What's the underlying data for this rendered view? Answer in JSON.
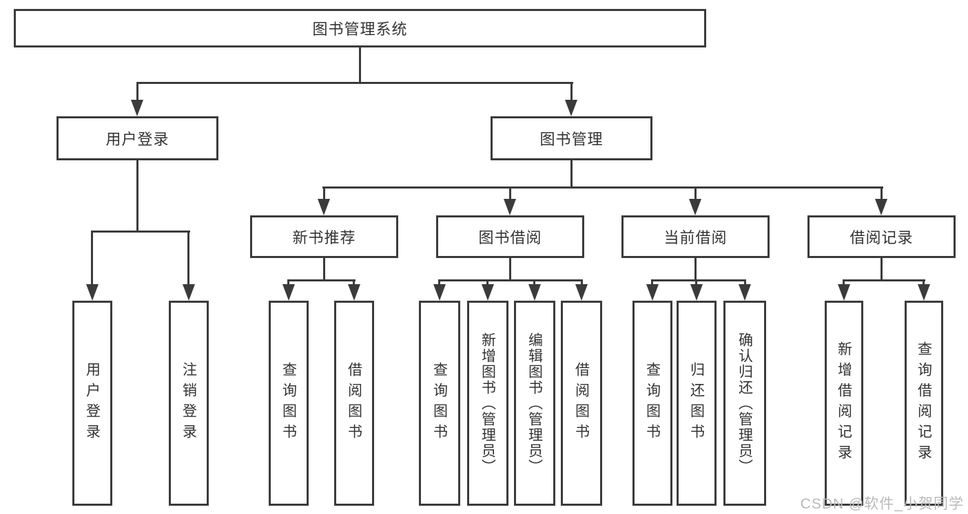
{
  "colors": {
    "line": "#3b3b3b",
    "text": "#333333",
    "background": "#ffffff",
    "watermark_text": "#b9b9b9"
  },
  "watermark": "CSDN @软件_小贺同学",
  "diagram": {
    "type": "hierarchy-tree",
    "root": {
      "label": "图书管理系统",
      "children": [
        {
          "label": "用户登录",
          "children": [
            {
              "label": "用户登录"
            },
            {
              "label": "注销登录"
            }
          ]
        },
        {
          "label": "图书管理",
          "children": [
            {
              "label": "新书推荐",
              "children": [
                {
                  "label": "查询图书"
                },
                {
                  "label": "借阅图书"
                }
              ]
            },
            {
              "label": "图书借阅",
              "children": [
                {
                  "label": "查询图书"
                },
                {
                  "label": "新增图书（管理员）"
                },
                {
                  "label": "编辑图书（管理员）"
                },
                {
                  "label": "借阅图书"
                }
              ]
            },
            {
              "label": "当前借阅",
              "children": [
                {
                  "label": "查询图书"
                },
                {
                  "label": "归还图书"
                },
                {
                  "label": "确认归还（管理员）"
                }
              ]
            },
            {
              "label": "借阅记录",
              "children": [
                {
                  "label": "新增借阅记录"
                },
                {
                  "label": "查询借阅记录"
                }
              ]
            }
          ]
        }
      ]
    }
  }
}
